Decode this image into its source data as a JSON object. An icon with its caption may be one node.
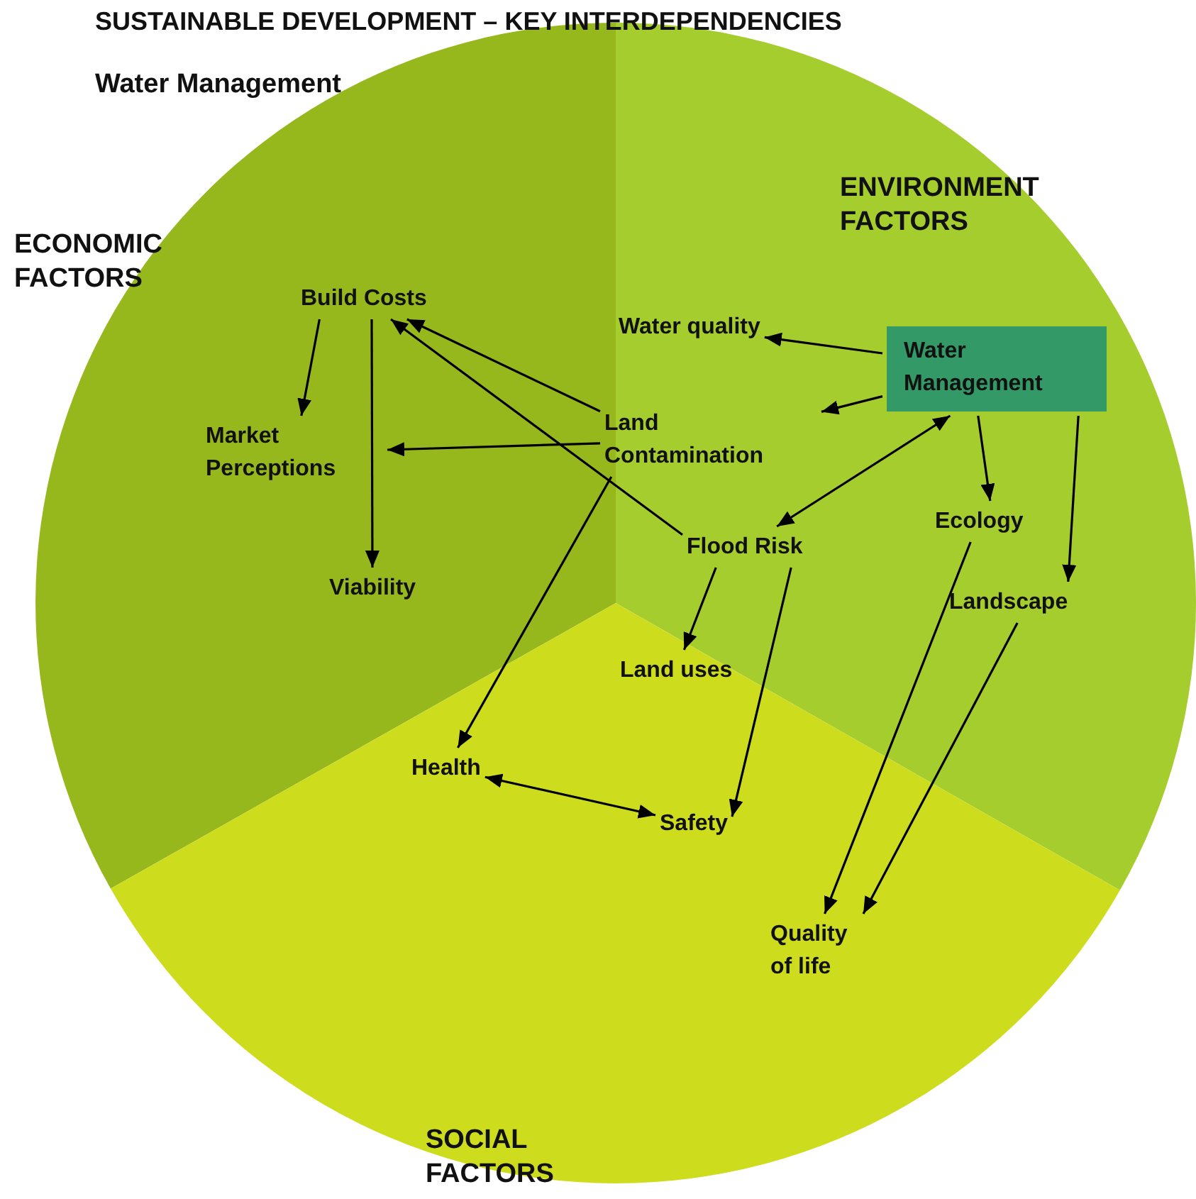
{
  "diagram": {
    "title": "SUSTAINABLE DEVELOPMENT – KEY INTERDEPENDENCIES",
    "nodes": [
      {
        "text": [
          "ECONOMIC FACTORS"
        ]
      },
      {
        "text": [
          "ENVIRONMENT FACTORS"
        ]
      },
      {
        "text": [
          "SOCIAL FACTORS"
        ]
      },
      {
        "text": [
          "Build Costs"
        ],
        "in": 0
      },
      {
        "text": [
          "Water quality"
        ],
        "in": 1
      },
      {
        "text": [
          "Water Management"
        ],
        "in": 1
      },
      {
        "text": [
          "Market Perceptions"
        ],
        "in": 0
      },
      {
        "text": [
          "Land Contamination"
        ]
      },
      {
        "text": [
          "Ecology"
        ],
        "in": 1
      },
      {
        "text": [
          "Flood Risk"
        ],
        "in": 1
      },
      {
        "text": [
          "Viability"
        ],
        "in": 0
      },
      {
        "text": [
          "Landscape"
        ],
        "in": 1
      },
      {
        "text": [
          "Land uses"
        ],
        "in": 2
      },
      {
        "text": [
          "Health"
        ],
        "in": 2
      },
      {
        "text": [
          "Safety"
        ],
        "in": 2
      },
      {
        "text": [
          "Quality of life"
        ],
        "in": 2
      }
    ],
    "edges": [
      {
        "from": 5,
        "to": 4,
        "arrow": "to"
      },
      {
        "from": 5,
        "to": 7,
        "arrow": "to"
      },
      {
        "from": 5,
        "to": 9,
        "arrow": "both"
      },
      {
        "from": 5,
        "to": 8,
        "arrow": "to"
      },
      {
        "from": 5,
        "to": 11,
        "arrow": "to"
      },
      {
        "from": 7,
        "to": 3,
        "arrow": "to"
      },
      {
        "from": 7,
        "to": 6,
        "arrow": "to"
      },
      {
        "from": 7,
        "to": 13,
        "arrow": "to"
      },
      {
        "from": 9,
        "to": 3,
        "arrow": "to"
      },
      {
        "from": 9,
        "to": 12,
        "arrow": "to"
      },
      {
        "from": 9,
        "to": 14,
        "arrow": "to"
      },
      {
        "from": 3,
        "to": 6,
        "arrow": "to"
      },
      {
        "from": 3,
        "to": 10,
        "arrow": "to"
      },
      {
        "from": 13,
        "to": 14,
        "arrow": "both"
      },
      {
        "from": 8,
        "to": 15,
        "arrow": "to"
      },
      {
        "from": 11,
        "to": 15,
        "arrow": "to"
      }
    ],
    "labels": [
      "Water Management"
    ]
  }
}
